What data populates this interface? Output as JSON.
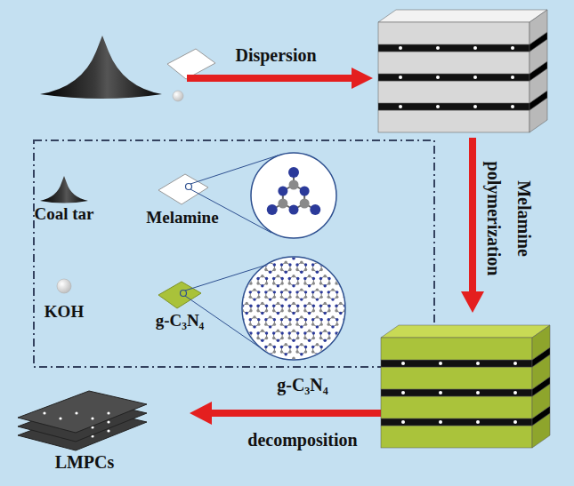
{
  "diagram": {
    "labels": [
      "Dispersion",
      "Melamine polymerization",
      "g-C₃N₄ decomposition",
      "LMPCs"
    ],
    "legend": [
      {
        "text": "Coal tar"
      },
      {
        "text": "Melamine"
      },
      {
        "text": "KOH"
      },
      {
        "text": "g-C₃N₄"
      }
    ]
  }
}
